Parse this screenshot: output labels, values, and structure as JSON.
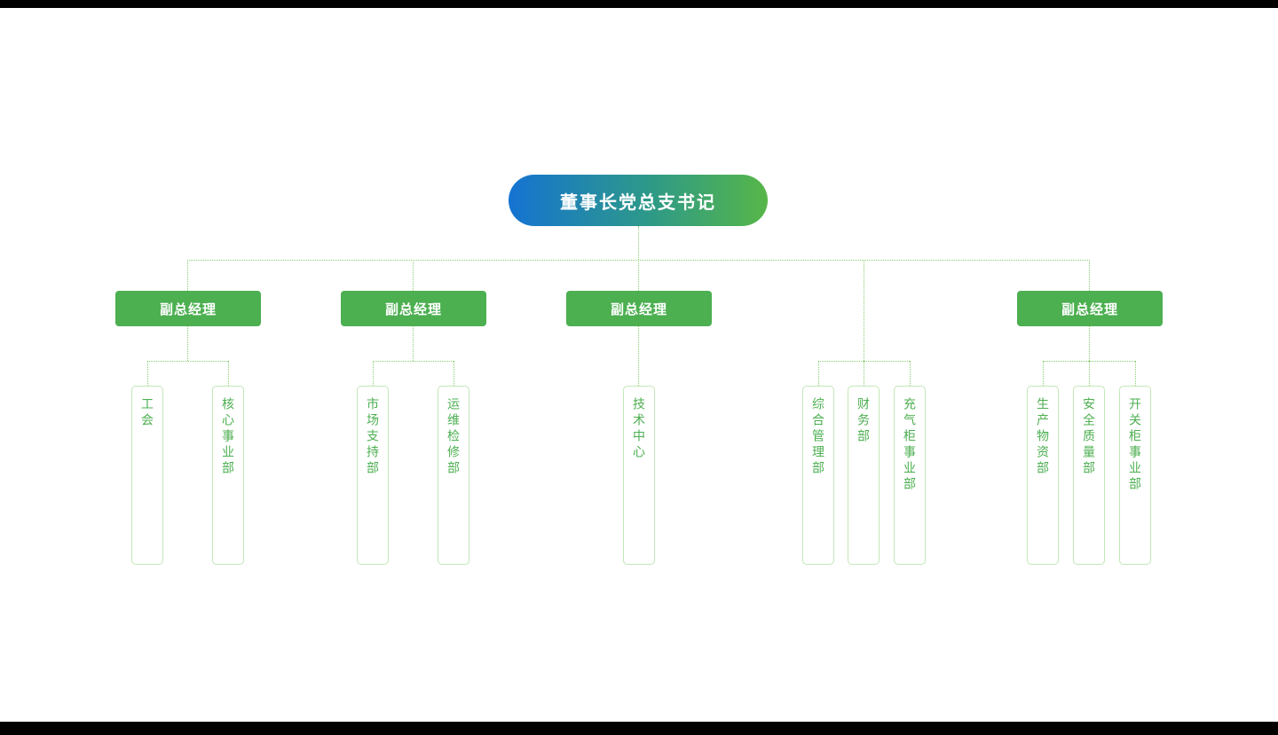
{
  "diagram": {
    "type": "org-chart",
    "root": {
      "label": "董事长党总支书记"
    },
    "managers": [
      {
        "label": "副总经理"
      },
      {
        "label": "副总经理"
      },
      {
        "label": "副总经理"
      },
      {
        "label": "副总经理"
      }
    ],
    "departments": [
      {
        "label": "工会"
      },
      {
        "label": "核心事业部"
      },
      {
        "label": "市场支持部"
      },
      {
        "label": "运维检修部"
      },
      {
        "label": "技术中心"
      },
      {
        "label": "综合管理部"
      },
      {
        "label": "财务部"
      },
      {
        "label": "充气柜事业部"
      },
      {
        "label": "生产物资部"
      },
      {
        "label": "安全质量部"
      },
      {
        "label": "开关柜事业部"
      }
    ],
    "groups": [
      {
        "parent": "managers.0",
        "children": [
          "工会",
          "核心事业部"
        ]
      },
      {
        "parent": "managers.1",
        "children": [
          "市场支持部",
          "运维检修部"
        ]
      },
      {
        "parent": "managers.2",
        "children": [
          "技术中心"
        ]
      },
      {
        "parent": "root",
        "children": [
          "综合管理部",
          "财务部",
          "充气柜事业部"
        ]
      },
      {
        "parent": "managers.3",
        "children": [
          "生产物资部",
          "安全质量部",
          "开关柜事业部"
        ]
      }
    ],
    "colors": {
      "root_gradient_start": "#1573d2",
      "root_gradient_end": "#57b648",
      "manager_fill": "#4caf50",
      "department_text": "#4caf50",
      "department_border": "#c3e7b8",
      "connector_line": "#8ad072",
      "background": "#ffffff",
      "letterbox": "#000000"
    }
  }
}
